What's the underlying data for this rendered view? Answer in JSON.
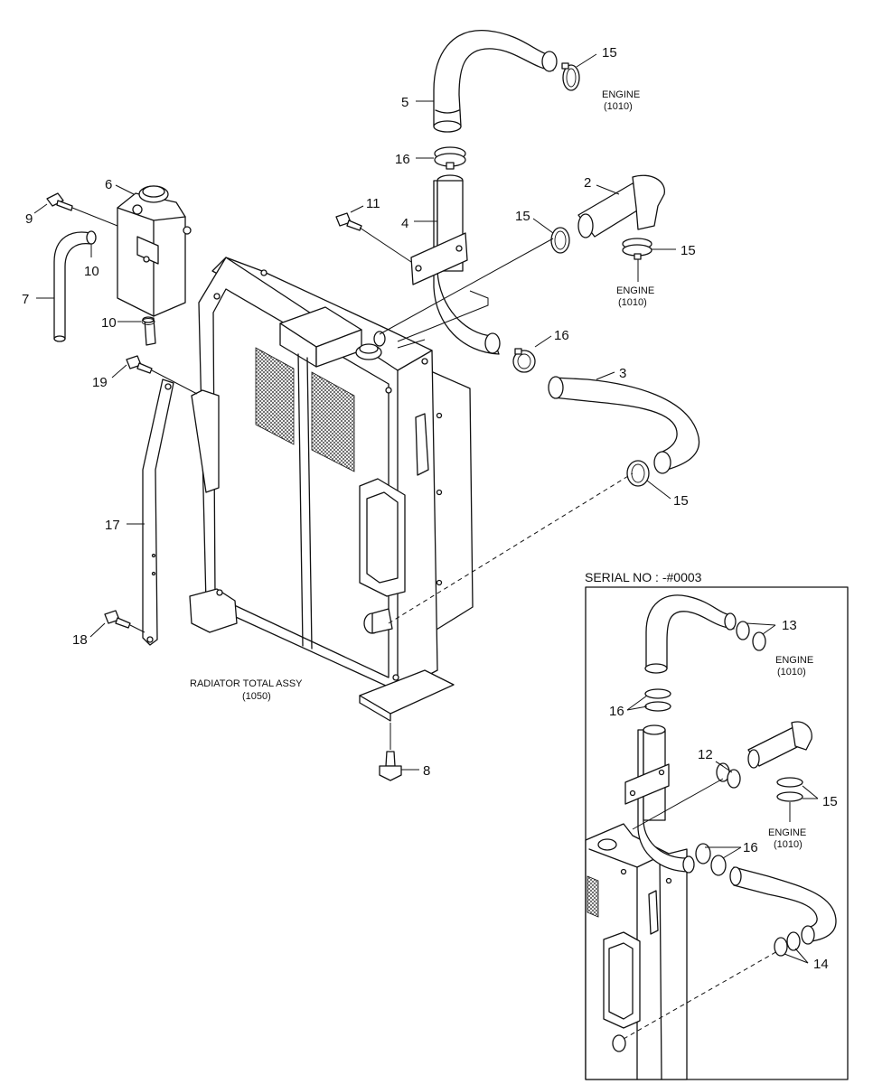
{
  "callouts": {
    "c2": "2",
    "c3": "3",
    "c4": "4",
    "c5": "5",
    "c6": "6",
    "c7": "7",
    "c8": "8",
    "c9": "9",
    "c10a": "10",
    "c10b": "10",
    "c11": "11",
    "c15a": "15",
    "c15b": "15",
    "c15c": "15",
    "c15d": "15",
    "c16a": "16",
    "c16b": "16",
    "c17": "17",
    "c18": "18",
    "c19": "19"
  },
  "engine_refs": {
    "top_line1": "ENGINE",
    "top_line2": "(1010)",
    "right_line1": "ENGINE",
    "right_line2": "(1010)"
  },
  "radiator_label": {
    "line1": "RADIATOR TOTAL ASSY",
    "line2": "(1050)"
  },
  "inset": {
    "title": "SERIAL NO : -#0003",
    "callouts": {
      "c12": "12",
      "c13": "13",
      "c14": "14",
      "c15": "15",
      "c16a": "16",
      "c16b": "16"
    },
    "engine_top_line1": "ENGINE",
    "engine_top_line2": "(1010)",
    "engine_mid_line1": "ENGINE",
    "engine_mid_line2": "(1010)"
  }
}
